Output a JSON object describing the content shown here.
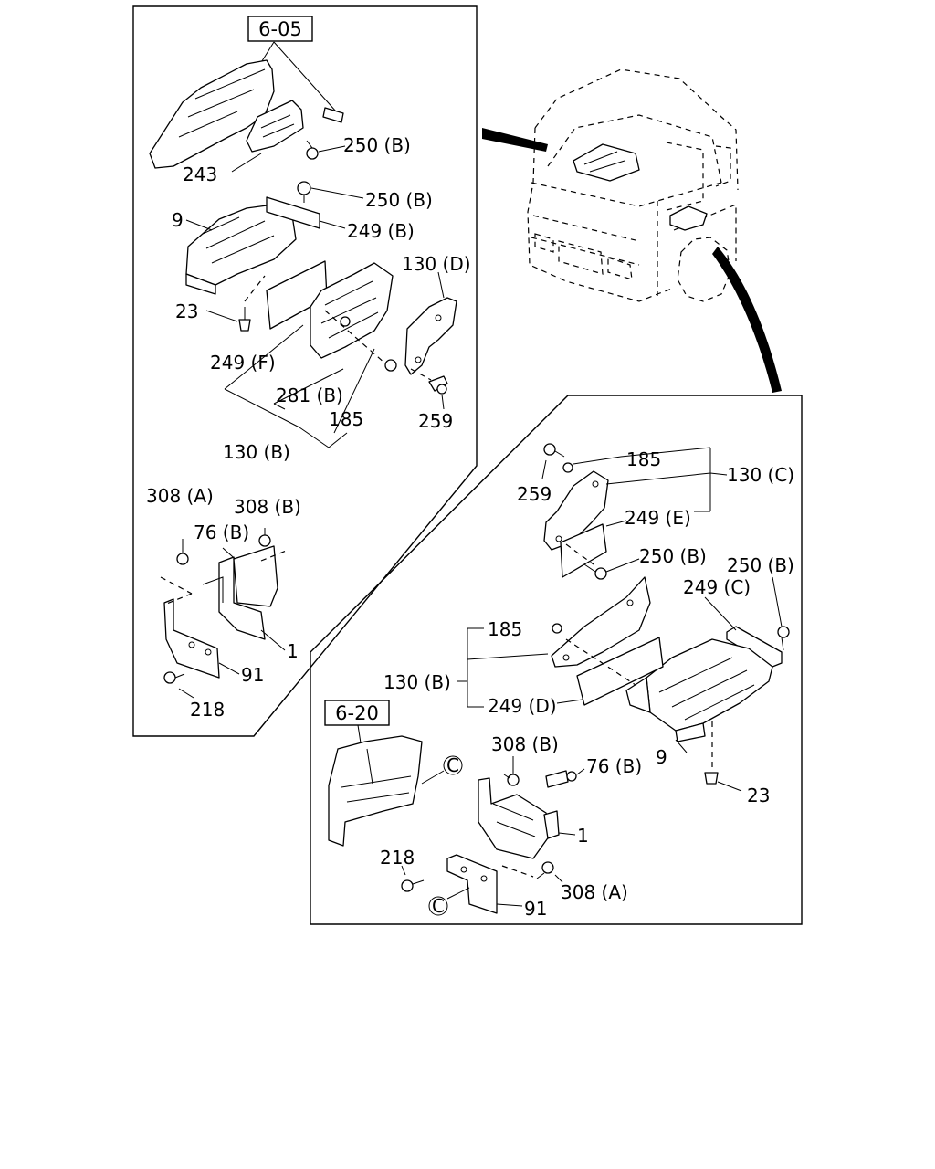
{
  "references": {
    "top_panel": "6-05",
    "right_panel": "6-20"
  },
  "callout_markers": [
    "C",
    "C"
  ],
  "labels": {
    "left": {
      "l250b_1": "250 (B)",
      "l243": "243",
      "l250b_2": "250 (B)",
      "l9": "9",
      "l249b": "249 (B)",
      "l130d": "130 (D)",
      "l23": "23",
      "l249f": "249 (F)",
      "l281b": "281 (B)",
      "l185": "185",
      "l259": "259",
      "l130b": "130 (B)",
      "l308a": "308 (A)",
      "l308b": "308 (B)",
      "l76b": "76 (B)",
      "l1": "1",
      "l91": "91",
      "l218": "218"
    },
    "right": {
      "l185": "185",
      "l130c": "130 (C)",
      "l259": "259",
      "l249e": "249 (E)",
      "l250b_1": "250 (B)",
      "l250b_2": "250 (B)",
      "l249c": "249 (C)",
      "l185b": "185",
      "l130b": "130 (B)",
      "l249d": "249 (D)",
      "l9": "9",
      "l308b": "308 (B)",
      "l76b": "76 (B)",
      "l23": "23",
      "l1": "1",
      "l218": "218",
      "l308a": "308 (A)",
      "l91": "91"
    }
  }
}
